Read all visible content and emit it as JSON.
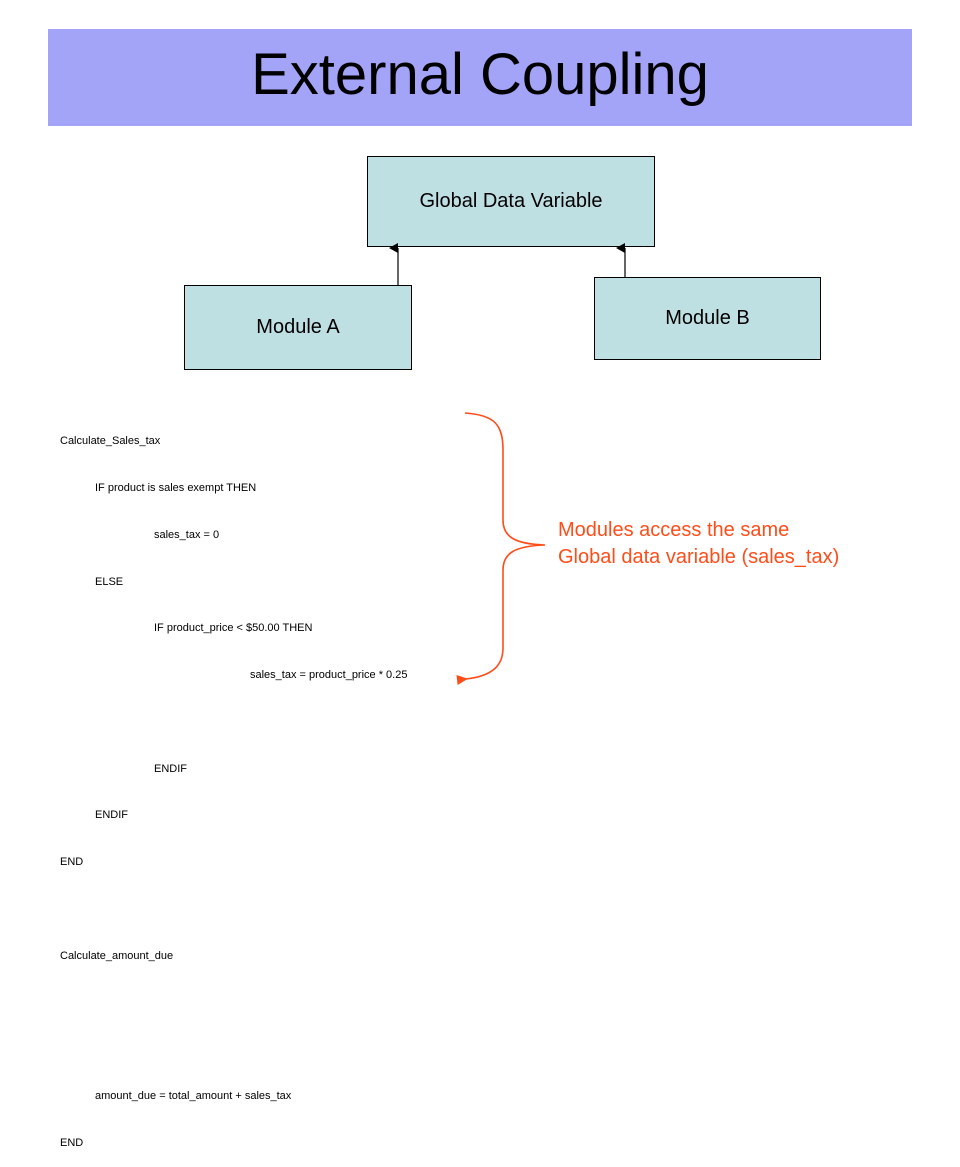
{
  "slide": {
    "title": "External Coupling"
  },
  "diagram": {
    "global_box_label": "Global Data Variable",
    "module_a_label": "Module A",
    "module_b_label": "Module B"
  },
  "code": {
    "lines": [
      "Calculate_Sales_tax",
      "IF product is sales exempt THEN",
      "sales_tax = 0",
      "ELSE",
      "IF product_price < $50.00 THEN",
      "sales_tax = product_price * 0.25",
      "",
      "ENDIF",
      "ENDIF",
      "END",
      "",
      "Calculate_amount_due",
      "",
      "",
      "amount_due = total_amount + sales_tax",
      "END"
    ]
  },
  "note": {
    "line1": "Modules access the same",
    "line2": "Global data variable (sales_tax)"
  },
  "colors": {
    "title_bar": "#a3a3f7",
    "box_fill": "#bfe0e3",
    "note_text": "#ff4d1a",
    "brace": "#ff4d1a"
  }
}
